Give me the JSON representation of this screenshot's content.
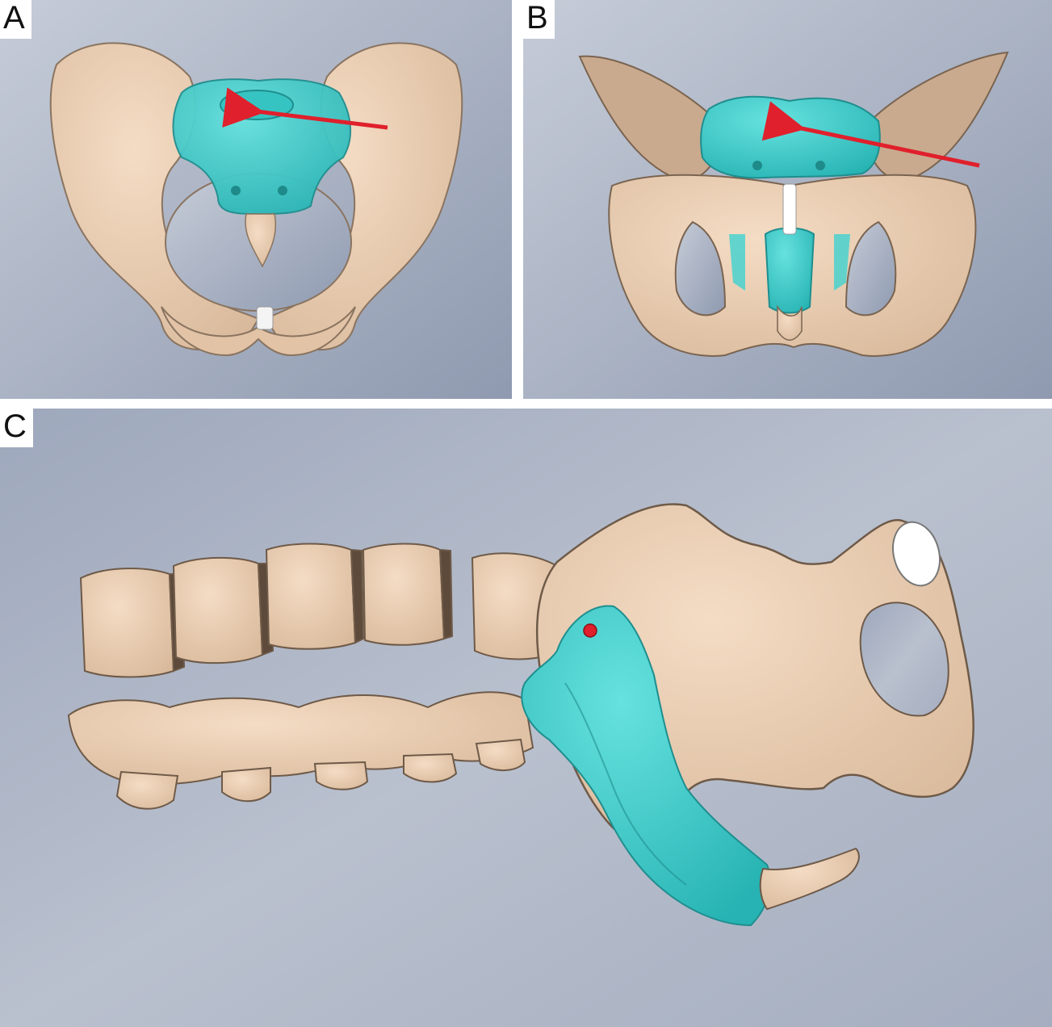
{
  "panels": [
    {
      "letter": "A",
      "view": "pelvis-front"
    },
    {
      "letter": "B",
      "view": "pelvis-top"
    },
    {
      "letter": "C",
      "view": "spine-pelvis-lateral"
    }
  ],
  "colors": {
    "background": "#aab4c6",
    "bone": "#e8cbb0",
    "bone_shadow": "#b89c82",
    "sacrum": "#3ed2d0",
    "sacrum_shadow": "#22a8a8",
    "arrow": "#e0202c",
    "symphysis": "#ffffff"
  },
  "icons": [
    "arrow-icon",
    "target-point-icon"
  ]
}
